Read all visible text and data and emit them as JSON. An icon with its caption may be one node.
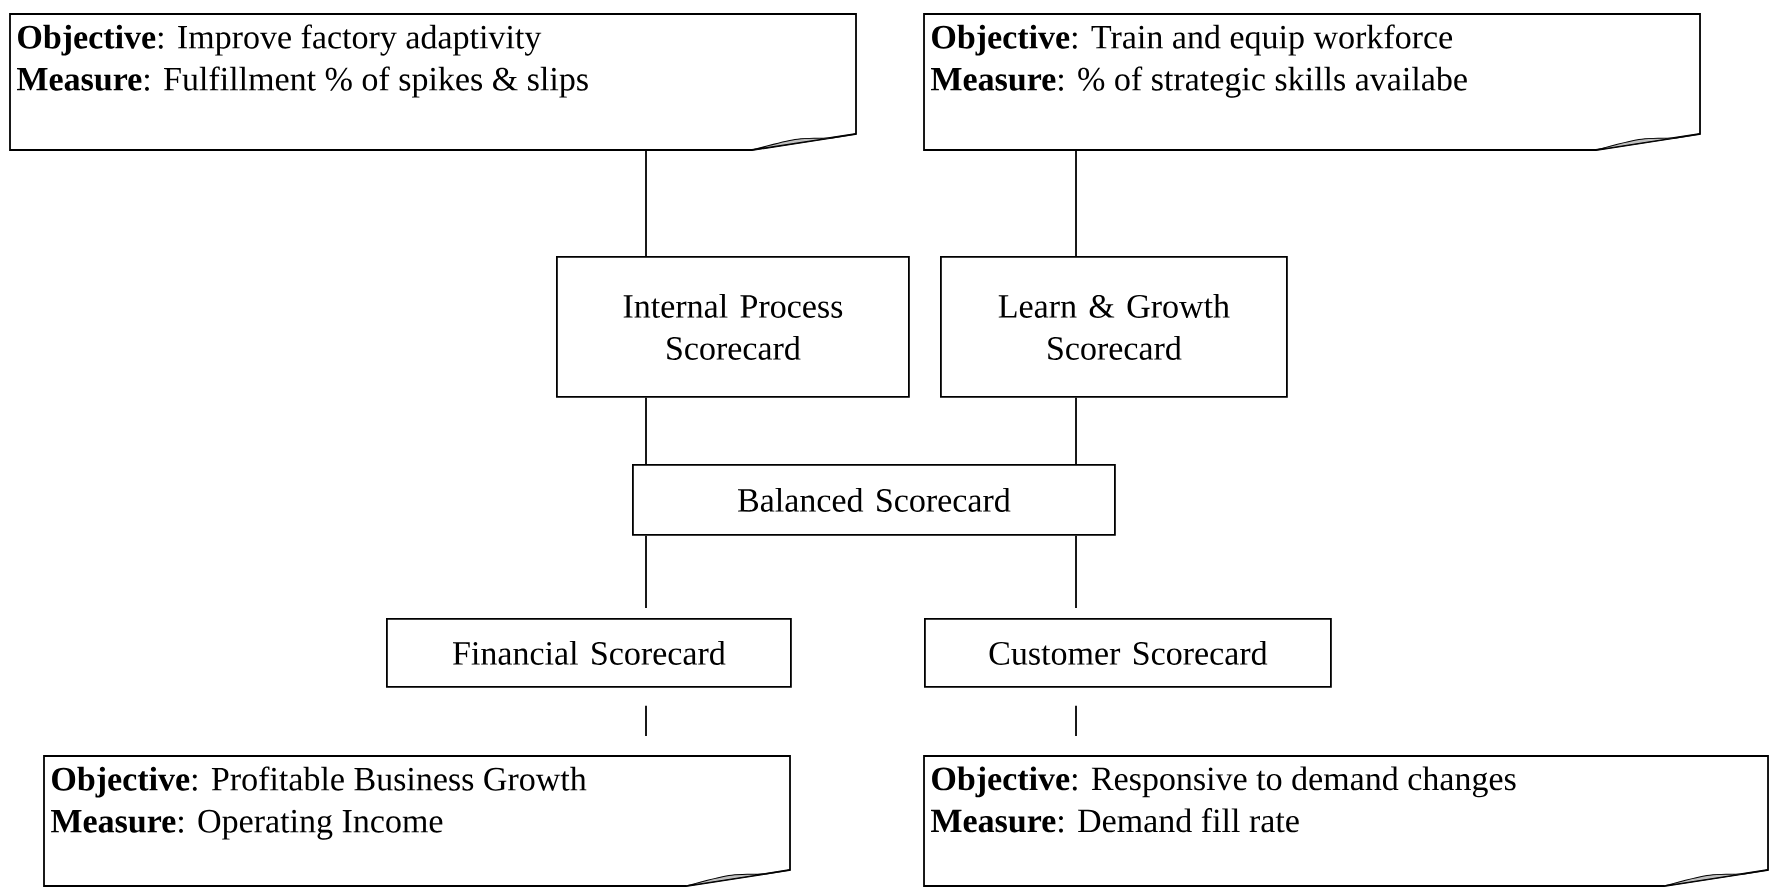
{
  "diagram": {
    "nodes": [
      {
        "text": [
          "**Objective**: Improve factory adaptivity",
          "**Measure**: Fulfillment % of spikes & slips"
        ]
      },
      {
        "text": [
          "**Objective**: Train and equip workforce",
          "**Measure**: % of strategic skills availabe"
        ]
      },
      {
        "text": [
          "Internal Process Scorecard"
        ]
      },
      {
        "text": [
          "Learn & Growth Scorecard"
        ]
      },
      {
        "text": [
          "Balanced Scorecard"
        ]
      },
      {
        "text": [
          "Financial Scorecard"
        ]
      },
      {
        "text": [
          "Customer Scorecard"
        ]
      },
      {
        "text": [
          "**Objective**: Profitable Business Growth",
          "**Measure**: Operating Income"
        ]
      },
      {
        "text": [
          "**Objective**: Responsive to demand changes",
          "**Measure**: Demand fill rate"
        ]
      }
    ],
    "edges": [
      {
        "from": 0,
        "to": 2,
        "arrow": "none"
      },
      {
        "from": 1,
        "to": 3,
        "arrow": "none"
      },
      {
        "from": 2,
        "to": 4,
        "arrow": "none"
      },
      {
        "from": 3,
        "to": 4,
        "arrow": "none"
      },
      {
        "from": 4,
        "to": 5,
        "arrow": "none"
      },
      {
        "from": 4,
        "to": 6,
        "arrow": "none"
      },
      {
        "from": 5,
        "to": 7,
        "arrow": "none"
      },
      {
        "from": 6,
        "to": 8,
        "arrow": "none"
      }
    ]
  }
}
